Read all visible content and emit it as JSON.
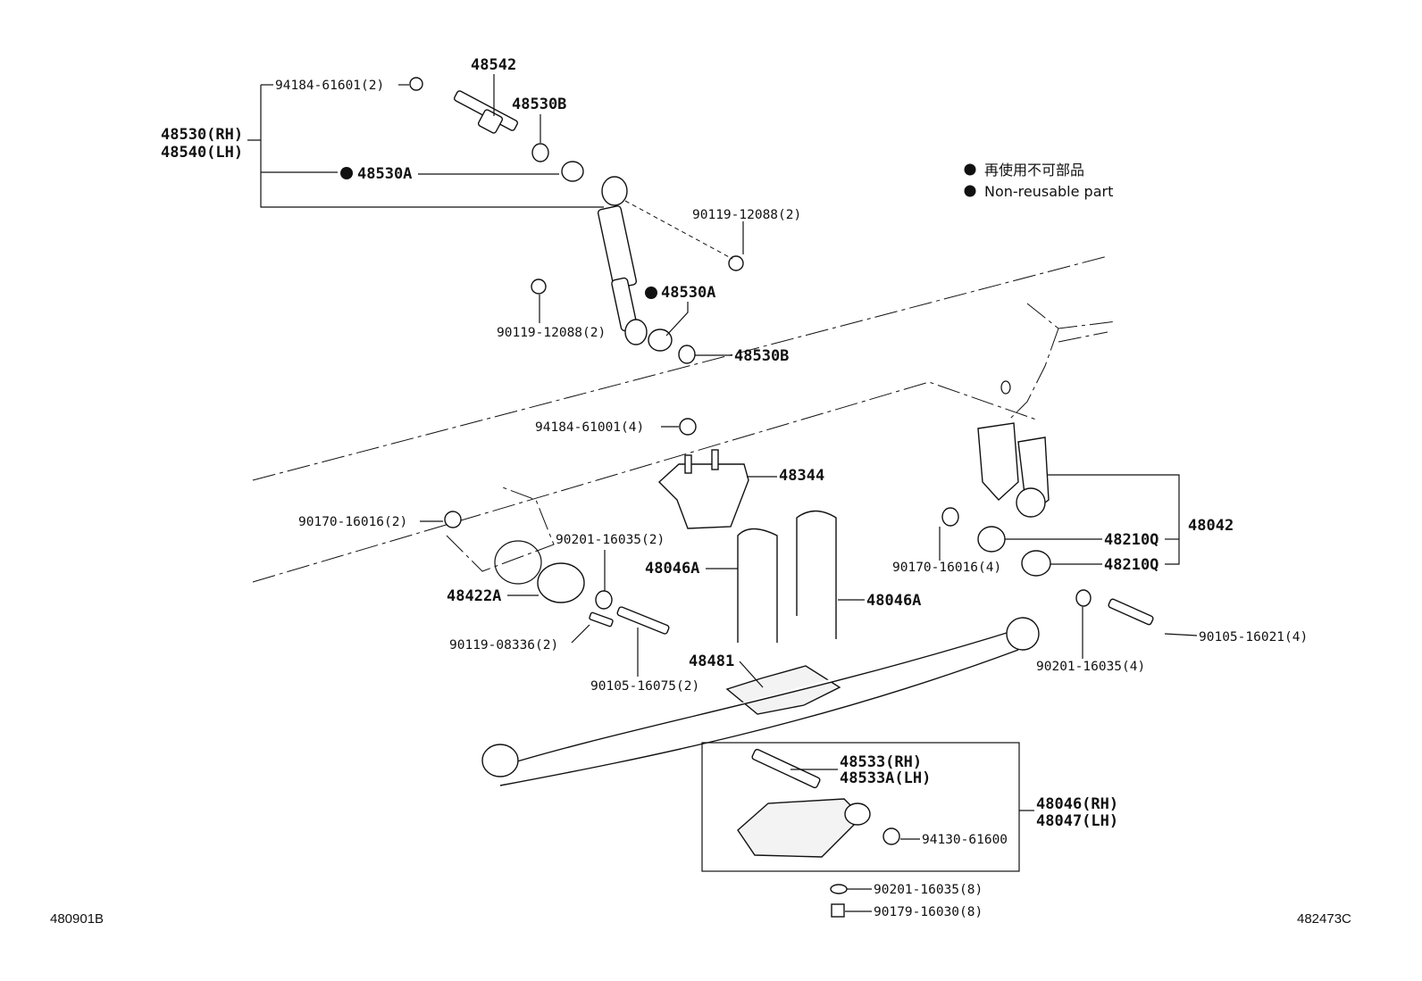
{
  "legend": {
    "jp": "再使用不可部品",
    "en": "Non-reusable part"
  },
  "labels": {
    "p94184_61601": "94184-61601(2)",
    "p48542": "48542",
    "p48530b_top": "48530B",
    "p48530_rh": "48530(RH)",
    "p48540_lh": "48540(LH)",
    "p48530a_top": "48530A",
    "p90119_12088_right": "90119-12088(2)",
    "p48530a_mid": "48530A",
    "p90119_12088_left": "90119-12088(2)",
    "p48530b_mid": "48530B",
    "p94184_61001": "94184-61001(4)",
    "p48344": "48344",
    "p90170_16016_left": "90170-16016(2)",
    "p90201_16035_left": "90201-16035(2)",
    "p48046a_left": "48046A",
    "p48046a_right": "48046A",
    "p48422a": "48422A",
    "p90119_08336": "90119-08336(2)",
    "p90105_16075": "90105-16075(2)",
    "p48481": "48481",
    "p90170_16016_right": "90170-16016(4)",
    "p48210q_top": "48210Q",
    "p48210q_bottom": "48210Q",
    "p48042": "48042",
    "p90105_16021": "90105-16021(4)",
    "p90201_16035_right": "90201-16035(4)",
    "p48533_rh": "48533(RH)",
    "p48533a_lh": "48533A(LH)",
    "p48046_rh": "48046(RH)",
    "p48047_lh": "48047(LH)",
    "p94130_61600": "94130-61600",
    "p90201_16035_bottom": "90201-16035(8)",
    "p90179_16030": "90179-16030(8)"
  },
  "codes": {
    "left": "480901B",
    "right": "482473C"
  }
}
